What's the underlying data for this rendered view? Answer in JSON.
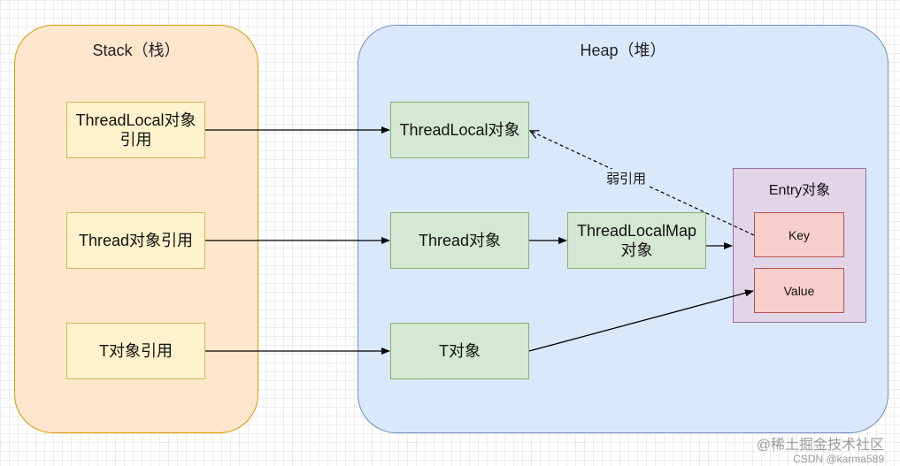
{
  "stack": {
    "title": "Stack（栈）"
  },
  "heap": {
    "title": "Heap（堆）"
  },
  "stack_items": {
    "threadlocal_ref": "ThreadLocal对象\n引用",
    "thread_ref": "Thread对象引用",
    "t_ref": "T对象引用"
  },
  "heap_items": {
    "threadlocal_obj": "ThreadLocal对象",
    "thread_obj": "Thread对象",
    "threadlocalmap_obj": "ThreadLocalMap\n对象",
    "t_obj": "T对象"
  },
  "entry": {
    "title": "Entry对象",
    "key": "Key",
    "value": "Value"
  },
  "edges": {
    "weak_ref_label": "弱引用"
  },
  "watermark": {
    "line1": "@稀土掘金技术社区",
    "line2": "CSDN @karma589"
  }
}
